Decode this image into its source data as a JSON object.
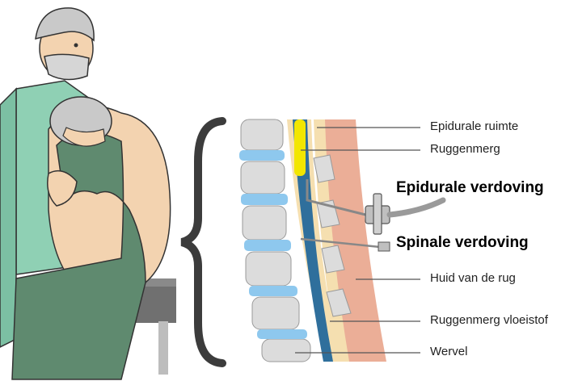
{
  "labels": {
    "epidural_space": "Epidurale ruimte",
    "spinal_cord": "Ruggenmerg",
    "epidural_anesthesia": "Epidurale verdoving",
    "spinal_anesthesia": "Spinale verdoving",
    "skin_of_back": "Huid van de rug",
    "spinal_fluid": "Ruggenmerg vloeistof",
    "vertebra": "Wervel"
  },
  "colors": {
    "scrubs_green": "#8fd0b4",
    "gown_green": "#5f8a6f",
    "skin": "#f3d3b0",
    "hair_gray": "#c9c9c9",
    "vertebra_gray": "#dcdcdc",
    "disc_blue": "#8ec8ee",
    "csf_blue": "#2f6f9c",
    "cord_yellow": "#f2e600",
    "skin_layer": "#e8a085",
    "dura_beige": "#f5dfb0"
  }
}
